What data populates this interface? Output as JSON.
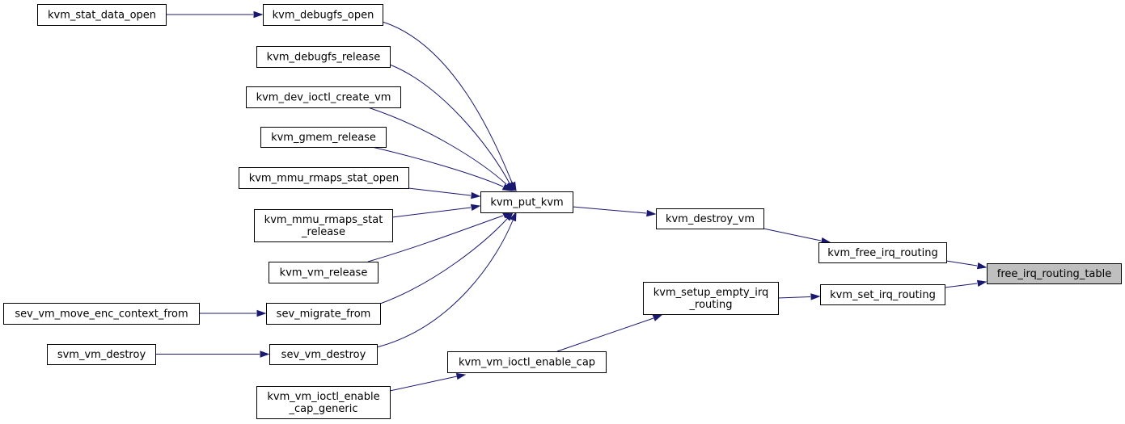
{
  "graph": {
    "focus_node": "free_irq_routing_table",
    "edge_color": "#191970",
    "focus_fill": "#bfbfbf",
    "nodes": [
      {
        "id": "free_irq_routing_table",
        "lines": [
          "free_irq_routing_table"
        ]
      },
      {
        "id": "kvm_free_irq_routing",
        "lines": [
          "kvm_free_irq_routing"
        ]
      },
      {
        "id": "kvm_set_irq_routing",
        "lines": [
          "kvm_set_irq_routing"
        ]
      },
      {
        "id": "kvm_destroy_vm",
        "lines": [
          "kvm_destroy_vm"
        ]
      },
      {
        "id": "kvm_setup_empty_irq_routing",
        "lines": [
          "kvm_setup_empty_irq",
          "_routing"
        ]
      },
      {
        "id": "kvm_put_kvm",
        "lines": [
          "kvm_put_kvm"
        ]
      },
      {
        "id": "kvm_vm_ioctl_enable_cap",
        "lines": [
          "kvm_vm_ioctl_enable_cap"
        ]
      },
      {
        "id": "kvm_debugfs_open",
        "lines": [
          "kvm_debugfs_open"
        ]
      },
      {
        "id": "kvm_debugfs_release",
        "lines": [
          "kvm_debugfs_release"
        ]
      },
      {
        "id": "kvm_dev_ioctl_create_vm",
        "lines": [
          "kvm_dev_ioctl_create_vm"
        ]
      },
      {
        "id": "kvm_gmem_release",
        "lines": [
          "kvm_gmem_release"
        ]
      },
      {
        "id": "kvm_mmu_rmaps_stat_open",
        "lines": [
          "kvm_mmu_rmaps_stat_open"
        ]
      },
      {
        "id": "kvm_mmu_rmaps_stat_release",
        "lines": [
          "kvm_mmu_rmaps_stat",
          "_release"
        ]
      },
      {
        "id": "kvm_vm_release",
        "lines": [
          "kvm_vm_release"
        ]
      },
      {
        "id": "sev_migrate_from",
        "lines": [
          "sev_migrate_from"
        ]
      },
      {
        "id": "sev_vm_destroy",
        "lines": [
          "sev_vm_destroy"
        ]
      },
      {
        "id": "kvm_vm_ioctl_enable_cap_generic",
        "lines": [
          "kvm_vm_ioctl_enable",
          "_cap_generic"
        ]
      },
      {
        "id": "kvm_stat_data_open",
        "lines": [
          "kvm_stat_data_open"
        ]
      },
      {
        "id": "sev_vm_move_enc_context_from",
        "lines": [
          "sev_vm_move_enc_context_from"
        ]
      },
      {
        "id": "svm_vm_destroy",
        "lines": [
          "svm_vm_destroy"
        ]
      }
    ],
    "edges": [
      {
        "from": "kvm_free_irq_routing",
        "to": "free_irq_routing_table"
      },
      {
        "from": "kvm_set_irq_routing",
        "to": "free_irq_routing_table"
      },
      {
        "from": "kvm_destroy_vm",
        "to": "kvm_free_irq_routing"
      },
      {
        "from": "kvm_put_kvm",
        "to": "kvm_destroy_vm"
      },
      {
        "from": "kvm_setup_empty_irq_routing",
        "to": "kvm_set_irq_routing"
      },
      {
        "from": "kvm_vm_ioctl_enable_cap",
        "to": "kvm_setup_empty_irq_routing"
      },
      {
        "from": "kvm_vm_ioctl_enable_cap_generic",
        "to": "kvm_vm_ioctl_enable_cap"
      },
      {
        "from": "kvm_debugfs_open",
        "to": "kvm_put_kvm"
      },
      {
        "from": "kvm_debugfs_release",
        "to": "kvm_put_kvm"
      },
      {
        "from": "kvm_dev_ioctl_create_vm",
        "to": "kvm_put_kvm"
      },
      {
        "from": "kvm_gmem_release",
        "to": "kvm_put_kvm"
      },
      {
        "from": "kvm_mmu_rmaps_stat_open",
        "to": "kvm_put_kvm"
      },
      {
        "from": "kvm_mmu_rmaps_stat_release",
        "to": "kvm_put_kvm"
      },
      {
        "from": "kvm_vm_release",
        "to": "kvm_put_kvm"
      },
      {
        "from": "sev_migrate_from",
        "to": "kvm_put_kvm"
      },
      {
        "from": "sev_vm_destroy",
        "to": "kvm_put_kvm"
      },
      {
        "from": "kvm_stat_data_open",
        "to": "kvm_debugfs_open"
      },
      {
        "from": "sev_vm_move_enc_context_from",
        "to": "sev_migrate_from"
      },
      {
        "from": "svm_vm_destroy",
        "to": "sev_vm_destroy"
      }
    ]
  }
}
